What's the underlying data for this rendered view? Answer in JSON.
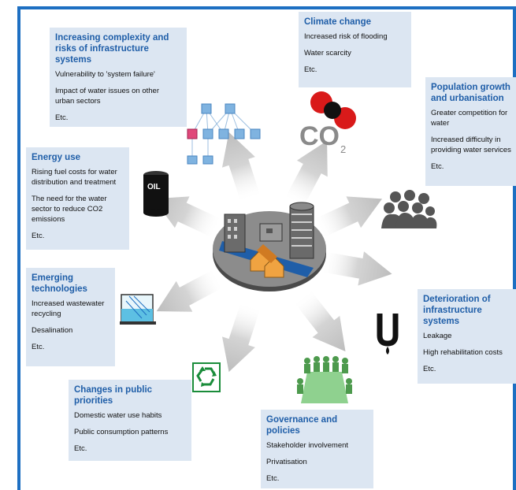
{
  "factors": [
    {
      "id": "complexity",
      "title": "Increasing complexity and\nrisks of infrastructure systems",
      "items": [
        "Vulnerability to 'system failure'",
        "Impact of water issues on other\nurban sectors",
        "Etc."
      ]
    },
    {
      "id": "climate",
      "title": "Climate change",
      "items": [
        "Increased risk of flooding",
        "Water scarcity",
        "Etc."
      ]
    },
    {
      "id": "population",
      "title": "Population growth\nand urbanisation",
      "items": [
        "Greater competition for\nwater",
        "Increased difficulty in\nproviding water services",
        "Etc."
      ]
    },
    {
      "id": "energy",
      "title": "Energy use",
      "items": [
        "Rising fuel costs for water\ndistribution and treatment",
        "The need for the water\nsector to reduce CO2\nemissions",
        "Etc."
      ]
    },
    {
      "id": "technologies",
      "title": "Emerging\ntechnologies",
      "items": [
        "Increased wastewater\nrecycling",
        "Desalination",
        "Etc."
      ]
    },
    {
      "id": "deterioration",
      "title": "Deterioration of\ninfrastructure systems",
      "items": [
        "Leakage",
        "High rehabilitation costs",
        "Etc."
      ]
    },
    {
      "id": "priorities",
      "title": "Changes in public priorities",
      "items": [
        "Domestic water use habits",
        "Public consumption patterns",
        "Etc."
      ]
    },
    {
      "id": "governance",
      "title": "Governance and policies",
      "items": [
        "Stakeholder involvement",
        "Privatisation",
        "Etc."
      ]
    }
  ],
  "icon_labels": {
    "oil": "OIL",
    "co2": "CO",
    "co2_sub": "2"
  },
  "colors": {
    "frame": "#1d6fc2",
    "box_bg": "#dce6f2",
    "title": "#1f5ea8",
    "arrow": "#cfcfcf"
  }
}
